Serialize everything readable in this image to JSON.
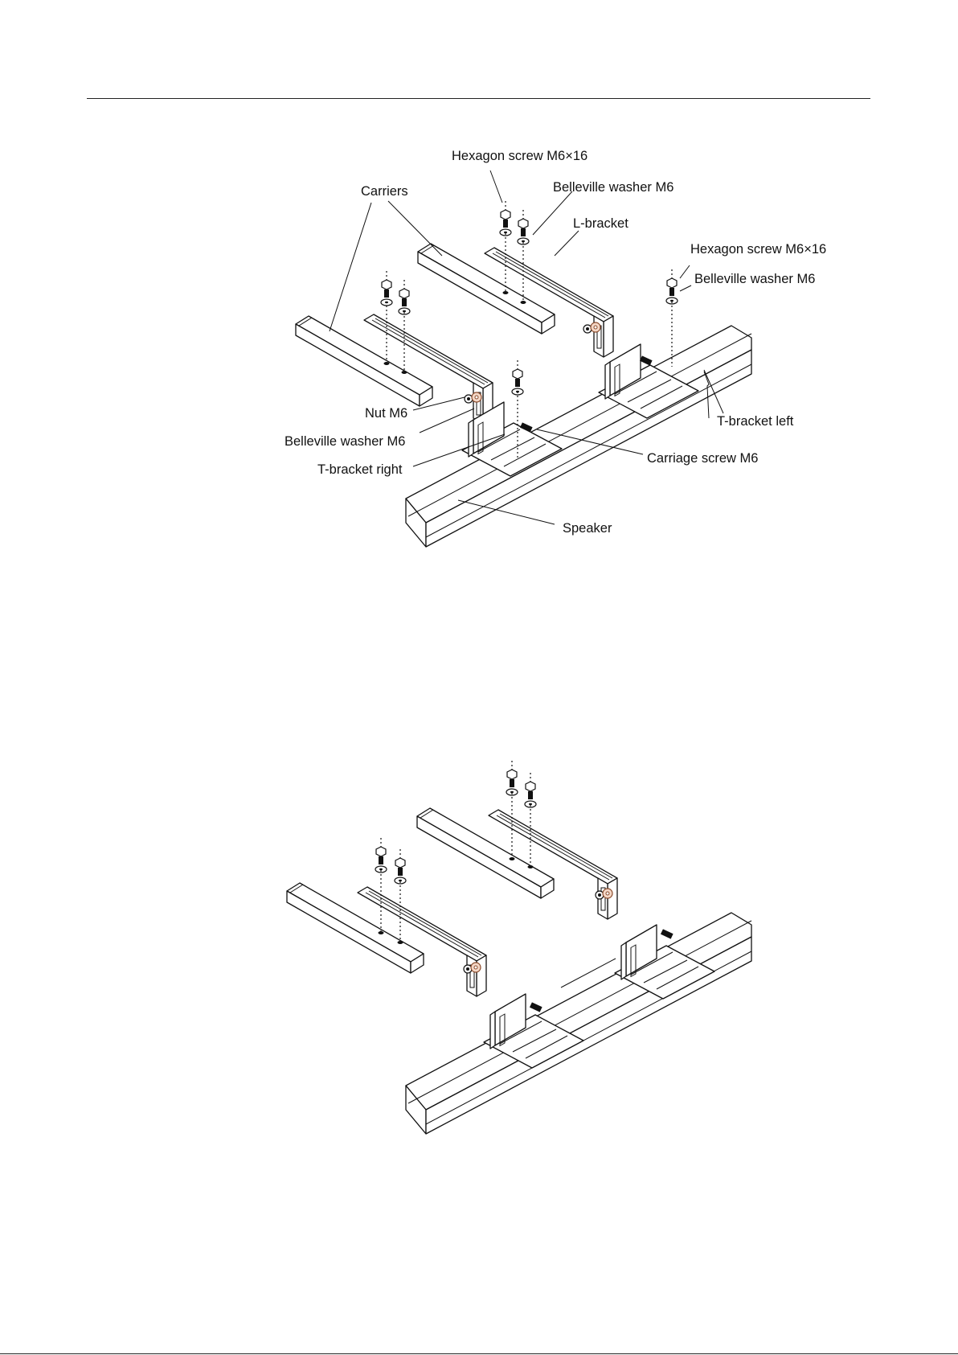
{
  "diagrams": [
    {
      "id": "exploded",
      "labels": {
        "hex_screw_top": "Hexagon screw M6×16",
        "washer_top": "Belleville washer M6",
        "carriers": "Carriers",
        "l_bracket": "L-bracket",
        "hex_screw_right": "Hexagon screw M6×16",
        "washer_right": "Belleville washer M6",
        "nut": "Nut M6",
        "washer_left": "Belleville washer M6",
        "t_bracket_left": "T-bracket left",
        "carriage_screw": "Carriage screw M6",
        "t_bracket_right": "T-bracket right",
        "speaker": "Speaker"
      }
    },
    {
      "id": "assembled"
    }
  ]
}
